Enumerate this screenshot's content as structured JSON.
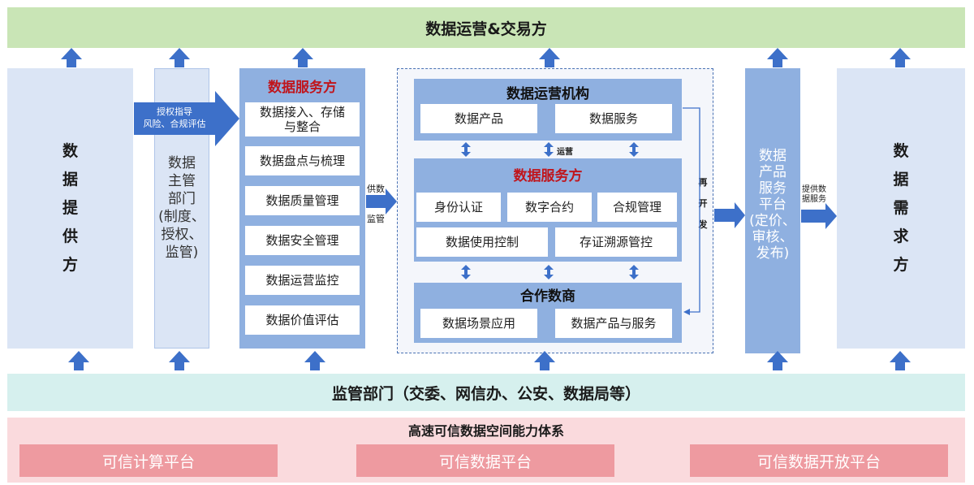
{
  "top_bar": "数据运营&交易方",
  "bottom_bar": "监管部门（交委、网信办、公安、数据局等）",
  "base": {
    "title": "高速可信数据空间能力体系",
    "platforms": [
      "可信计算平台",
      "可信数据平台",
      "可信数据开放平台"
    ]
  },
  "provider": "数据提供方",
  "demander": "数据需求方",
  "authority": [
    "数据",
    "主管",
    "部门",
    "(制度、",
    "授权、",
    "监管)"
  ],
  "auth_arrow": {
    "line1": "授权指导",
    "line2": "风险、合规评估"
  },
  "service_col": {
    "title": "数据服务方",
    "items": [
      "数据接入、存储\n与整合",
      "数据盘点与梳理",
      "数据质量管理",
      "数据安全管理",
      "数据运营监控",
      "数据价值评估"
    ]
  },
  "supply_label": {
    "top": "供数",
    "bottom": "监管"
  },
  "ops_org": {
    "title": "数据运营机构",
    "items": [
      "数据产品",
      "数据服务"
    ]
  },
  "ops_label": "运营",
  "inner_service": {
    "title": "数据服务方",
    "row1": [
      "身份认证",
      "数字合约",
      "合规管理"
    ],
    "row2": [
      "数据使用控制",
      "存证溯源管控"
    ]
  },
  "partner": {
    "title": "合作数商",
    "items": [
      "数据场景应用",
      "数据产品与服务"
    ]
  },
  "redevelop": [
    "再",
    "开",
    "发"
  ],
  "product_platform": [
    "数据",
    "产品",
    "服务",
    "平台",
    "(定价、",
    "审核、",
    "发布)"
  ],
  "provide_label": {
    "line1": "提供数",
    "line2": "据服务"
  },
  "colors": {
    "arrow": "#3d70c9",
    "red": "#c0151c",
    "top_green": "#c9e5b6",
    "bottom_teal": "#d6f0ee",
    "pink": "#ee9aa0"
  }
}
